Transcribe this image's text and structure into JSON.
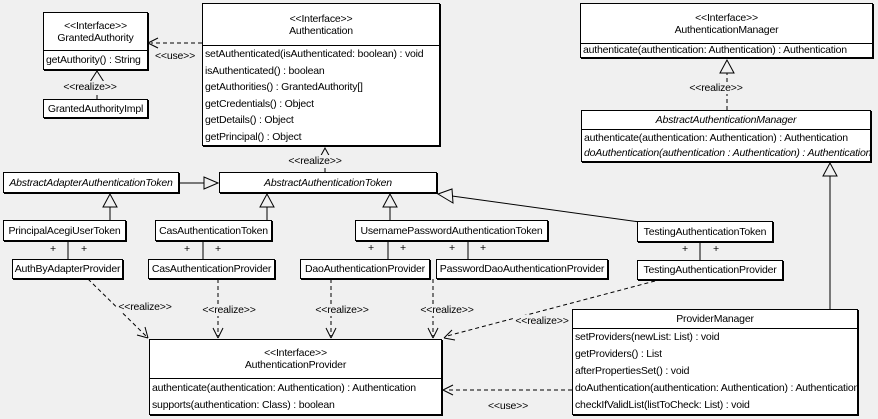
{
  "labels": {
    "realize": "<<realize>>",
    "use": "<<use>>",
    "plus": "+",
    "interface_stereotype": "<<Interface>>"
  },
  "colors": {
    "background": "#f0f0f0",
    "box_fill": "#ffffff",
    "line": "#000000",
    "text": "#000000"
  },
  "classes": {
    "granted_authority": {
      "stereotype": "<<Interface>>",
      "name": "GrantedAuthority",
      "methods": [
        "getAuthority() : String"
      ]
    },
    "granted_authority_impl": {
      "name": "GrantedAuthorityImpl"
    },
    "authentication": {
      "stereotype": "<<Interface>>",
      "name": "Authentication",
      "methods": [
        "setAuthenticated(isAuthenticated: boolean) : void",
        "isAuthenticated() : boolean",
        "getAuthorities() : GrantedAuthority[]",
        "getCredentials() : Object",
        "getDetails() : Object",
        "getPrincipal() : Object"
      ]
    },
    "authentication_manager": {
      "stereotype": "<<Interface>>",
      "name": "AuthenticationManager",
      "methods": [
        "authenticate(authentication: Authentication) : Authentication"
      ]
    },
    "abstract_authentication_manager": {
      "name": "AbstractAuthenticationManager",
      "methods": [
        "authenticate(authentication: Authentication) : Authentication",
        "doAuthentication(authentication : Authentication) : Authentication"
      ]
    },
    "abstract_adapter_authentication_token": {
      "name": "AbstractAdapterAuthenticationToken"
    },
    "abstract_authentication_token": {
      "name": "AbstractAuthenticationToken"
    },
    "principal_acegi_user_token": {
      "name": "PrincipalAcegiUserToken"
    },
    "cas_authentication_token": {
      "name": "CasAuthenticationToken"
    },
    "username_password_authentication_token": {
      "name": "UsernamePasswordAuthenticationToken"
    },
    "testing_authentication_token": {
      "name": "TestingAuthenticationToken"
    },
    "auth_by_adapter_provider": {
      "name": "AuthByAdapterProvider"
    },
    "cas_authentication_provider": {
      "name": "CasAuthenticationProvider"
    },
    "dao_authentication_provider": {
      "name": "DaoAuthenticationProvider"
    },
    "password_dao_authentication_provider": {
      "name": "PasswordDaoAuthenticationProvider"
    },
    "testing_authentication_provider": {
      "name": "TestingAuthenticationProvider"
    },
    "authentication_provider": {
      "stereotype": "<<Interface>>",
      "name": "AuthenticationProvider",
      "methods": [
        "authenticate(authentication: Authentication) : Authentication",
        "supports(authentication: Class) : boolean"
      ]
    },
    "provider_manager": {
      "name": "ProviderManager",
      "methods": [
        "setProviders(newList: List) : void",
        "getProviders() : List",
        "afterPropertiesSet() : void",
        "doAuthentication(authentication: Authentication) : Authentication",
        "checkIfValidList(listToCheck: List) : void"
      ]
    }
  }
}
